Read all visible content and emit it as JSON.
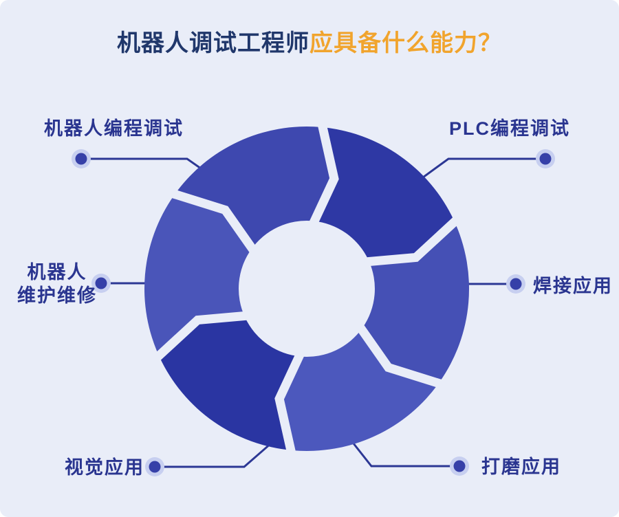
{
  "title": {
    "text_primary": "机器人调试工程师",
    "text_accent": "应具备什么能力？"
  },
  "colors": {
    "background": "#e9edf8",
    "title_navy": "#20376b",
    "title_orange": "#f1a42d",
    "label_text": "#2a3590",
    "line": "#2c3794",
    "dot_core": "#3640a8",
    "dot_halo": "#c7cff0"
  },
  "cycle": {
    "type": "circular-chevron-cycle",
    "direction": "clockwise",
    "segments": [
      {
        "id": "plc-programming",
        "label": "PLC编程调试",
        "color": "#2e38a4"
      },
      {
        "id": "welding",
        "label": "焊接应用",
        "color": "#4550b5"
      },
      {
        "id": "polishing",
        "label": "打磨应用",
        "color": "#4c58bd"
      },
      {
        "id": "vision",
        "label": "视觉应用",
        "color": "#2a35a2"
      },
      {
        "id": "robot-maintenance",
        "label": "机器人维护维修",
        "color": "#4a55b9"
      },
      {
        "id": "robot-programming",
        "label": "机器人编程调试",
        "color": "#3e48af"
      }
    ]
  },
  "callouts": [
    {
      "id": "robot-programming",
      "text": "机器人编程调试",
      "position": "top-left"
    },
    {
      "id": "plc-programming",
      "text": "PLC编程调试",
      "position": "top-right"
    },
    {
      "id": "robot-maintenance",
      "text": "机器人\n维护维修",
      "position": "left"
    },
    {
      "id": "welding",
      "text": "焊接应用",
      "position": "right"
    },
    {
      "id": "vision",
      "text": "视觉应用",
      "position": "bottom-left"
    },
    {
      "id": "polishing",
      "text": "打磨应用",
      "position": "bottom-right"
    }
  ]
}
